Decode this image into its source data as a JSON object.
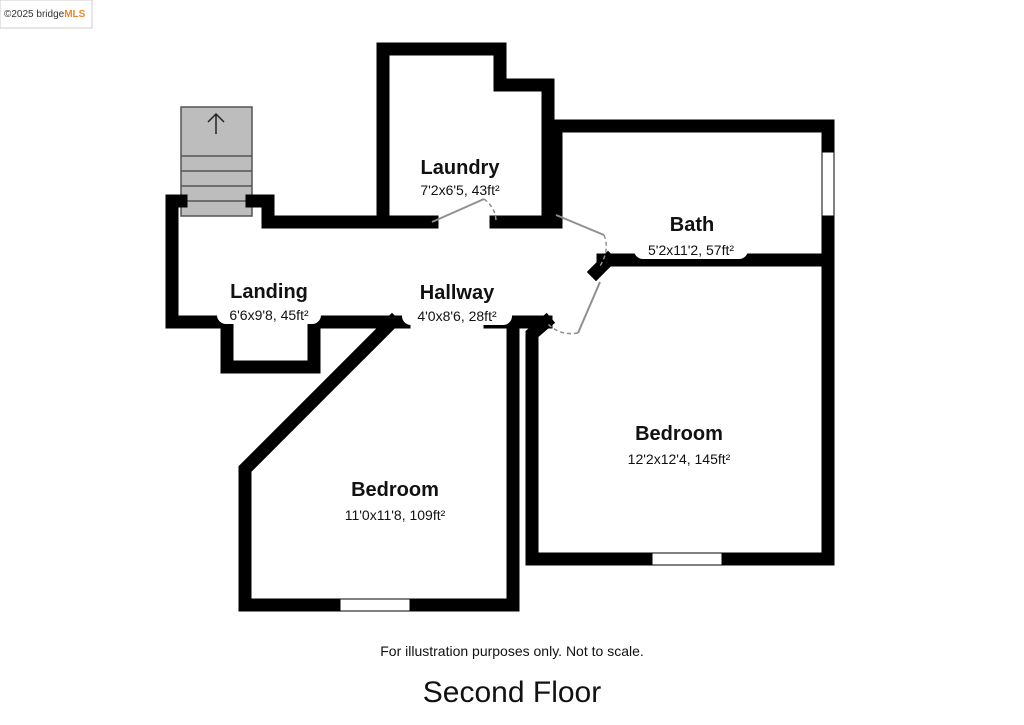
{
  "watermark": {
    "prefix": "©2025 bridge",
    "brand": "MLS"
  },
  "rooms": {
    "laundry": {
      "name": "Laundry",
      "dims": "7'2x6'5, 43ft²"
    },
    "bath": {
      "name": "Bath",
      "dims": "5'2x11'2, 57ft²"
    },
    "landing": {
      "name": "Landing",
      "dims": "6'6x9'8, 45ft²"
    },
    "hallway": {
      "name": "Hallway",
      "dims": "4'0x8'6, 28ft²"
    },
    "bedroom_right": {
      "name": "Bedroom",
      "dims": "12'2x12'4, 145ft²"
    },
    "bedroom_left": {
      "name": "Bedroom",
      "dims": "11'0x11'8, 109ft²"
    }
  },
  "footer": {
    "disclaimer": "For illustration purposes only. Not to scale.",
    "floor_title": "Second Floor"
  },
  "icons": {
    "stairs": "up-arrow-icon"
  }
}
